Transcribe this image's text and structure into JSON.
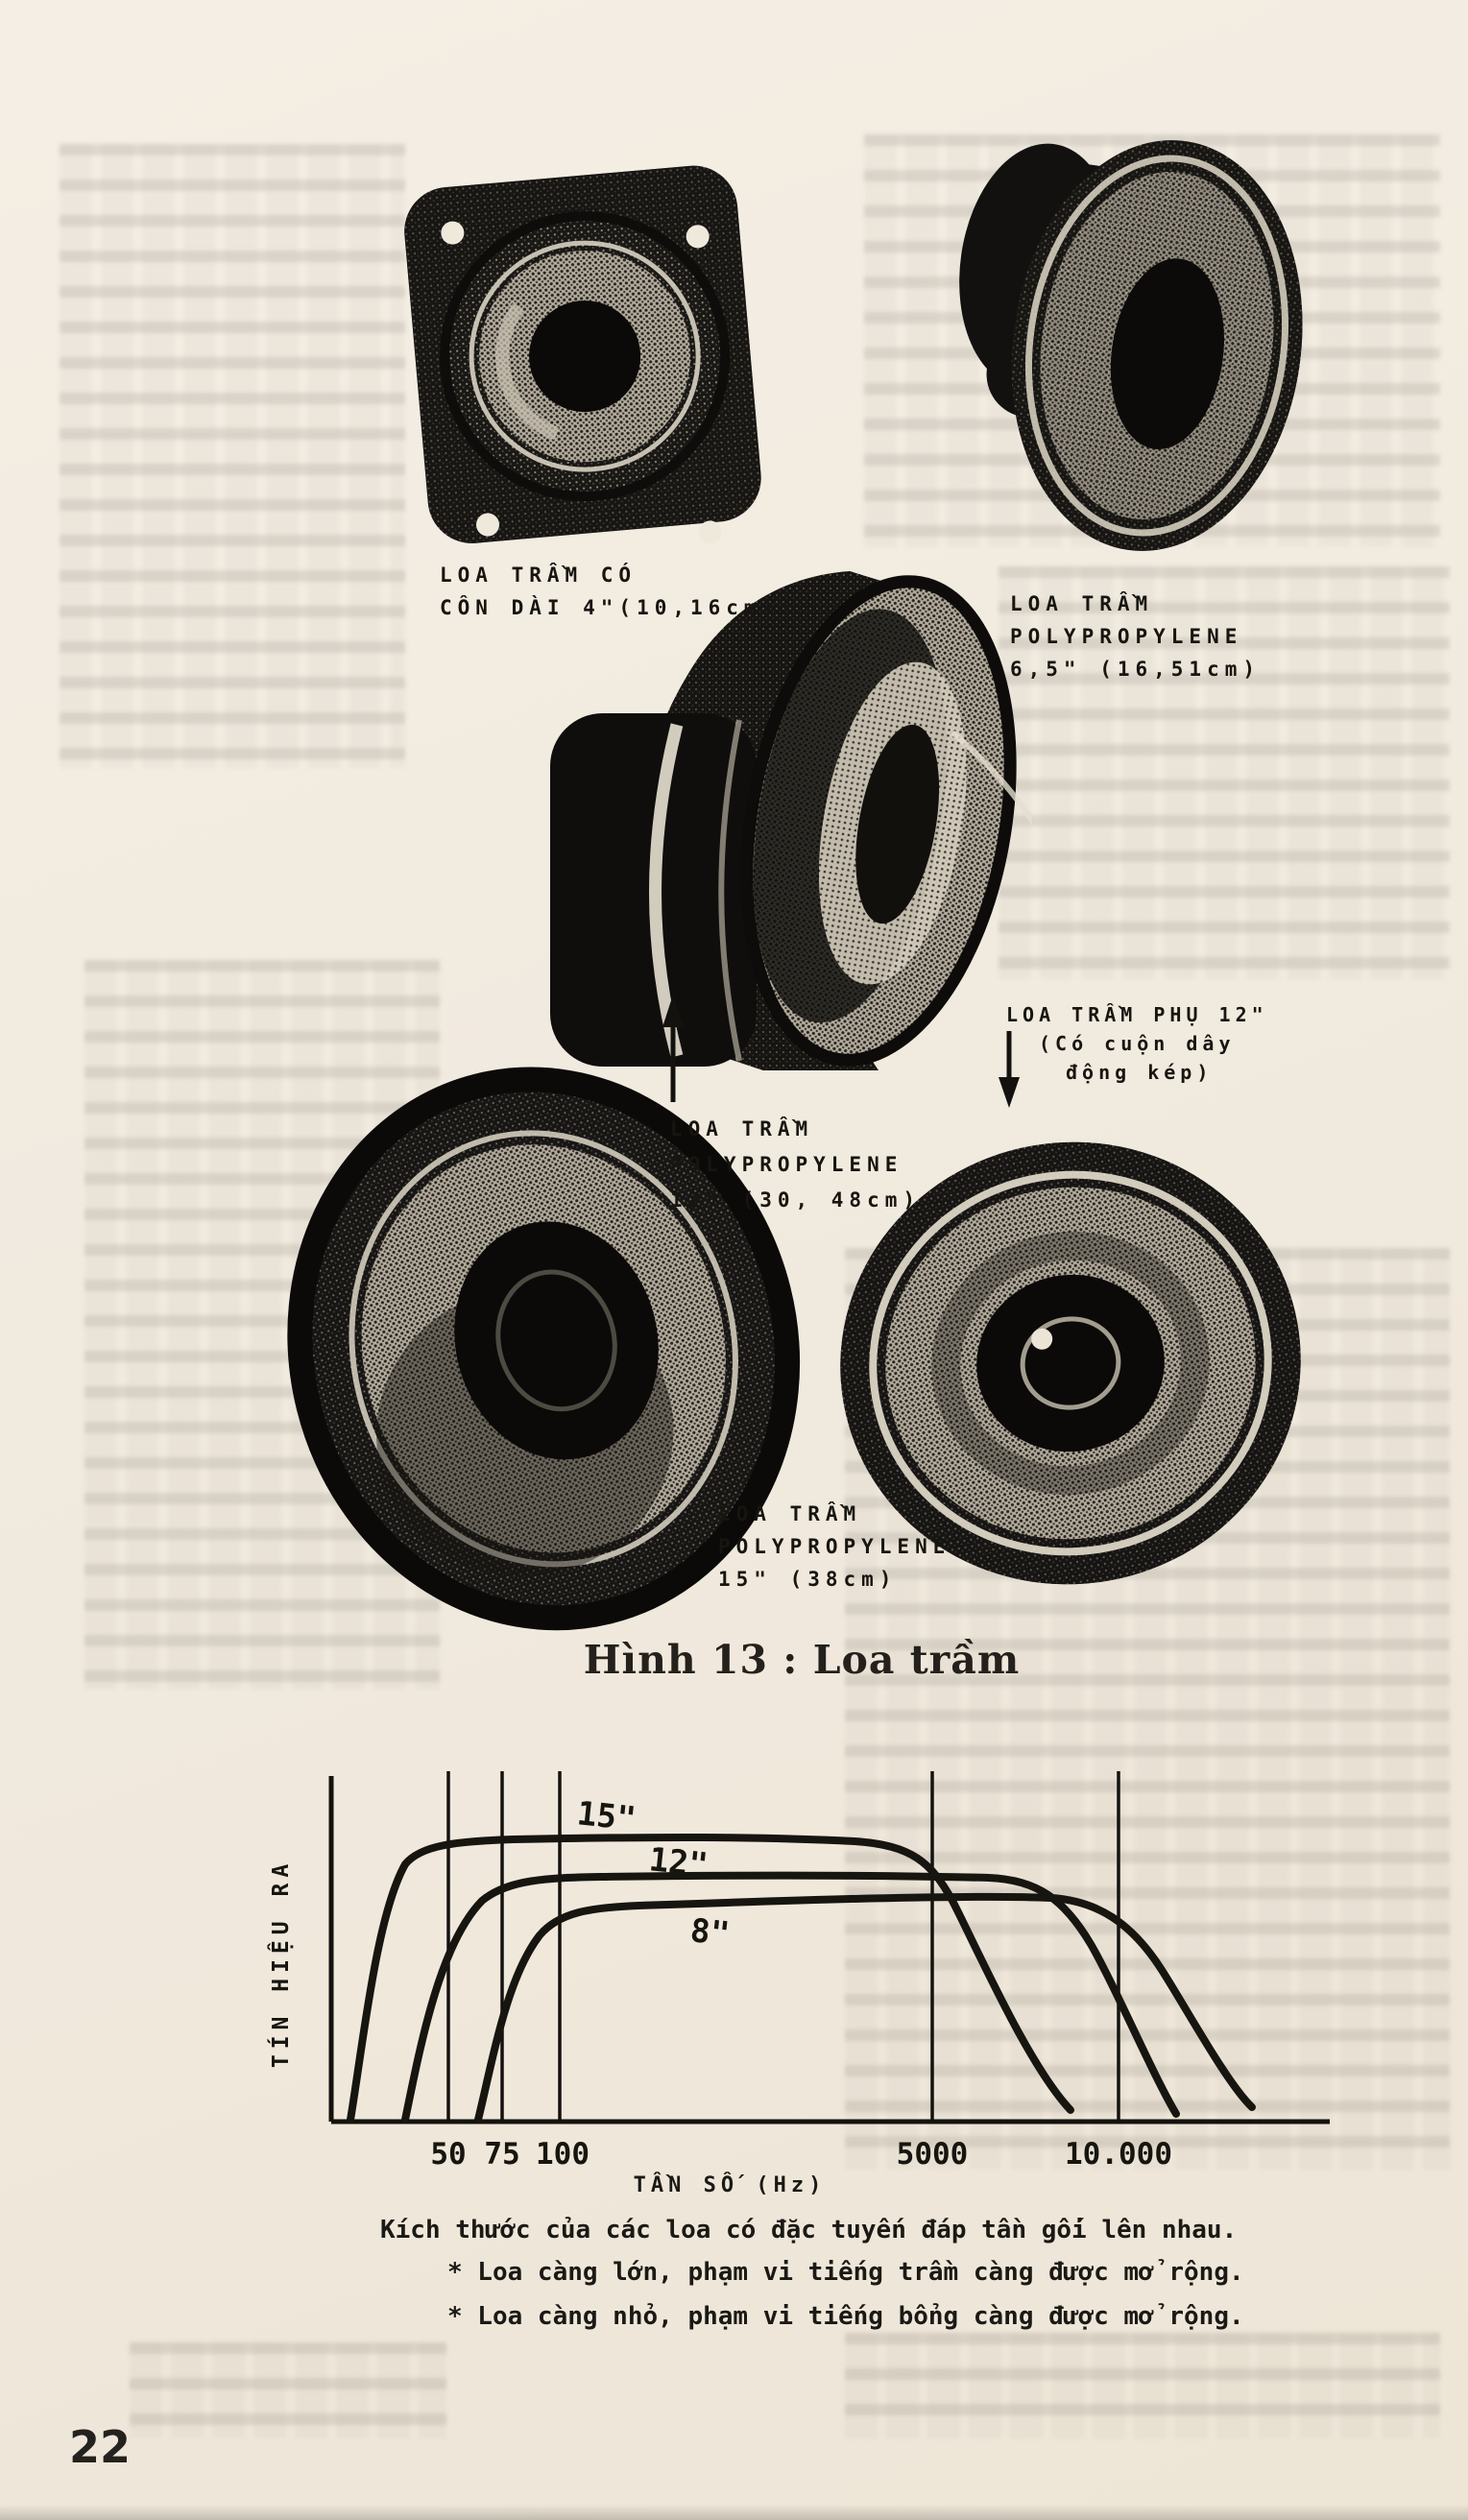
{
  "page": {
    "number": "22"
  },
  "figure": {
    "caption": "Hình 13 : Loa trầm"
  },
  "speakers": [
    {
      "id": "woofer-4in",
      "label_lines": [
        "LOA TRẦM CÓ",
        "CÔN DÀI 4\"(10,16cm)"
      ]
    },
    {
      "id": "woofer-6-5in",
      "label_lines": [
        "LOA TRẦM",
        "POLYPROPYLENE",
        "6,5\" (16,51cm)"
      ]
    },
    {
      "id": "woofer-12in",
      "label_lines": [
        "LOA TRẦM",
        "POLYPROPYLENE",
        "12\" (30, 48cm)"
      ]
    },
    {
      "id": "subwoofer-12in",
      "label_lines": [
        "LOA TRẦM PHỤ 12\"",
        "(Có cuộn dây",
        "động kép)"
      ]
    },
    {
      "id": "woofer-15in",
      "label_lines": [
        "LOA TRẦM",
        "POLYPROPYLENE",
        "15\" (38cm)"
      ]
    }
  ],
  "chart_data": {
    "type": "line",
    "title": "",
    "xlabel": "TẦN SỐ (Hz)",
    "ylabel": "TÍN HIỆU RA",
    "x_scale": "logarithmic (schematic, hand drawn)",
    "x_ticks": [
      "50",
      "75",
      "100",
      "5000",
      "10.000"
    ],
    "grid": "vertical gridlines at each labeled frequency",
    "legend_position": "labels written on the curves",
    "series": [
      {
        "name": "15\"",
        "points_hz_level": [
          [
            40,
            0
          ],
          [
            45,
            0.55
          ],
          [
            50,
            0.9
          ],
          [
            60,
            1.0
          ],
          [
            3000,
            1.0
          ],
          [
            5000,
            0.72
          ],
          [
            6000,
            0.35
          ],
          [
            7000,
            0.02
          ]
        ]
      },
      {
        "name": "12\"",
        "points_hz_level": [
          [
            55,
            0
          ],
          [
            70,
            0.55
          ],
          [
            90,
            0.85
          ],
          [
            120,
            0.9
          ],
          [
            6000,
            0.9
          ],
          [
            8000,
            0.55
          ],
          [
            10000,
            0.25
          ],
          [
            11000,
            0.02
          ]
        ]
      },
      {
        "name": "8\"",
        "points_hz_level": [
          [
            80,
            0
          ],
          [
            100,
            0.5
          ],
          [
            140,
            0.78
          ],
          [
            200,
            0.8
          ],
          [
            5000,
            0.84
          ],
          [
            9000,
            0.82
          ],
          [
            10000,
            0.7
          ],
          [
            12000,
            0.2
          ],
          [
            13000,
            0.02
          ]
        ]
      }
    ]
  },
  "captions": {
    "heading": "Kích thước của các loa có đặc tuyến đáp tần gối lên nhau.",
    "bullets": [
      "* Loa càng lớn, phạm vi tiếng trầm càng được mở rộng.",
      "* Loa càng nhỏ, phạm vi tiếng bổng càng được mở rộng."
    ]
  }
}
